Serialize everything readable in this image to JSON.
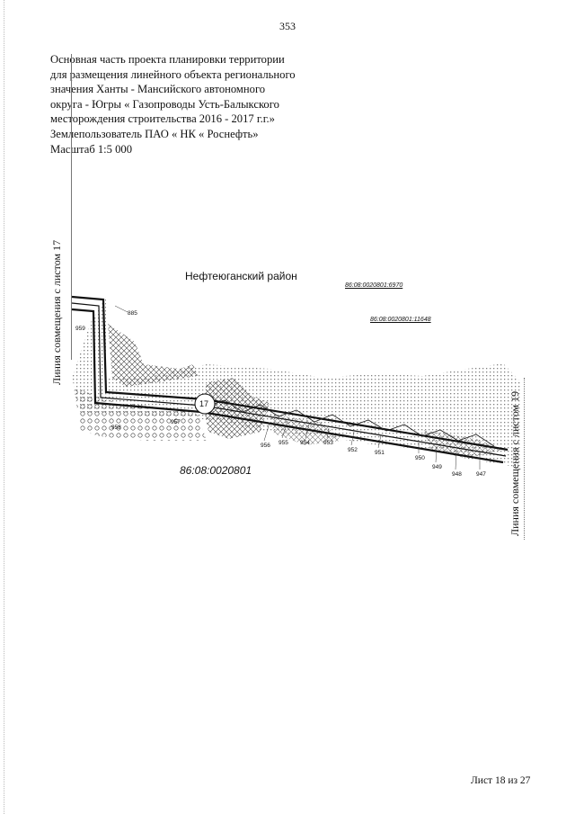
{
  "page_number": "353",
  "title_lines": [
    "Основная часть проекта планировки территории",
    "для размещения линейного объекта регионального",
    "значения Ханты - Мансийского автономного",
    "округа - Югры « Газопроводы Усть-Балыкского",
    "месторождения строительства 2016 - 2017 г.г.»",
    "Землепользователь ПАО « НК « Роснефть»",
    "Масштаб 1:5 000"
  ],
  "match_line_left": "Линия совмещения с листом 17",
  "match_line_right": "Линия совмещения с листом 19",
  "district": "Нефтеюганский район",
  "cadastral_top_1": "86:08:0020801:6970",
  "cadastral_top_2": "86:08:0020801:11648",
  "cadastral_main": "86:08:0020801",
  "circle_label": "17",
  "point_labels": [
    "885",
    "959",
    "958",
    "957",
    "956",
    "955",
    "954",
    "953",
    "952",
    "951",
    "950",
    "949",
    "948",
    "947"
  ],
  "sheet_label": "Лист 18 из 27"
}
